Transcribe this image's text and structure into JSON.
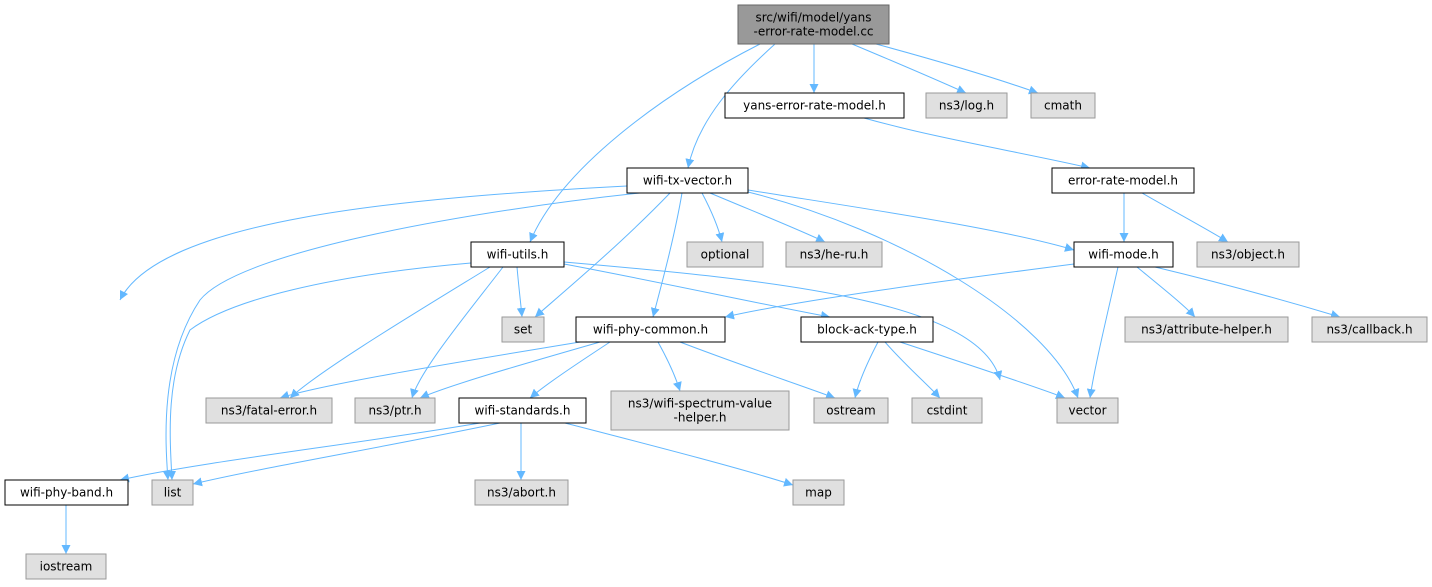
{
  "colors": {
    "root_fill": "#999999",
    "root_border": "#666666",
    "local_fill": "#ffffff",
    "local_border": "#000000",
    "system_fill": "#e0e0e0",
    "system_border": "#999999",
    "edge": "#63b8ff"
  },
  "nodes": [
    {
      "id": "root",
      "kind": "root",
      "lines": [
        "src/wifi/model/yans",
        "-error-rate-model.cc"
      ]
    },
    {
      "id": "yans_erm_h",
      "kind": "local",
      "lines": [
        "yans-error-rate-model.h"
      ]
    },
    {
      "id": "ns3_log",
      "kind": "system",
      "lines": [
        "ns3/log.h"
      ]
    },
    {
      "id": "cmath",
      "kind": "system",
      "lines": [
        "cmath"
      ]
    },
    {
      "id": "wifi_tx_vector",
      "kind": "local",
      "lines": [
        "wifi-tx-vector.h"
      ]
    },
    {
      "id": "error_rate_model",
      "kind": "local",
      "lines": [
        "error-rate-model.h"
      ]
    },
    {
      "id": "wifi_utils",
      "kind": "local",
      "lines": [
        "wifi-utils.h"
      ]
    },
    {
      "id": "optional",
      "kind": "system",
      "lines": [
        "optional"
      ]
    },
    {
      "id": "ns3_he_ru",
      "kind": "system",
      "lines": [
        "ns3/he-ru.h"
      ]
    },
    {
      "id": "wifi_mode",
      "kind": "local",
      "lines": [
        "wifi-mode.h"
      ]
    },
    {
      "id": "ns3_object",
      "kind": "system",
      "lines": [
        "ns3/object.h"
      ]
    },
    {
      "id": "set",
      "kind": "system",
      "lines": [
        "set"
      ]
    },
    {
      "id": "wifi_phy_common",
      "kind": "local",
      "lines": [
        "wifi-phy-common.h"
      ]
    },
    {
      "id": "block_ack_type",
      "kind": "local",
      "lines": [
        "block-ack-type.h"
      ]
    },
    {
      "id": "ns3_attribute_helper",
      "kind": "system",
      "lines": [
        "ns3/attribute-helper.h"
      ]
    },
    {
      "id": "ns3_callback",
      "kind": "system",
      "lines": [
        "ns3/callback.h"
      ]
    },
    {
      "id": "ns3_fatal_error",
      "kind": "system",
      "lines": [
        "ns3/fatal-error.h"
      ]
    },
    {
      "id": "ns3_ptr",
      "kind": "system",
      "lines": [
        "ns3/ptr.h"
      ]
    },
    {
      "id": "wifi_standards",
      "kind": "local",
      "lines": [
        "wifi-standards.h"
      ]
    },
    {
      "id": "ns3_wifi_spectrum",
      "kind": "system",
      "lines": [
        "ns3/wifi-spectrum-value",
        "-helper.h"
      ]
    },
    {
      "id": "ostream",
      "kind": "system",
      "lines": [
        "ostream"
      ]
    },
    {
      "id": "cstdint",
      "kind": "system",
      "lines": [
        "cstdint"
      ]
    },
    {
      "id": "vector",
      "kind": "system",
      "lines": [
        "vector"
      ]
    },
    {
      "id": "wifi_phy_band",
      "kind": "local",
      "lines": [
        "wifi-phy-band.h"
      ]
    },
    {
      "id": "list",
      "kind": "system",
      "lines": [
        "list"
      ]
    },
    {
      "id": "ns3_abort",
      "kind": "system",
      "lines": [
        "ns3/abort.h"
      ]
    },
    {
      "id": "map",
      "kind": "system",
      "lines": [
        "map"
      ]
    },
    {
      "id": "iostream",
      "kind": "system",
      "lines": [
        "iostream"
      ]
    }
  ],
  "edges": [
    {
      "from": "root",
      "to": "yans_erm_h"
    },
    {
      "from": "root",
      "to": "ns3_log"
    },
    {
      "from": "root",
      "to": "cmath"
    },
    {
      "from": "root",
      "to": "wifi_tx_vector"
    },
    {
      "from": "root",
      "to": "wifi_utils"
    },
    {
      "from": "yans_erm_h",
      "to": "error_rate_model"
    },
    {
      "from": "error_rate_model",
      "to": "wifi_mode"
    },
    {
      "from": "error_rate_model",
      "to": "ns3_object"
    },
    {
      "from": "wifi_tx_vector",
      "to": "optional"
    },
    {
      "from": "wifi_tx_vector",
      "to": "ns3_he_ru"
    },
    {
      "from": "wifi_tx_vector",
      "to": "wifi_mode"
    },
    {
      "from": "wifi_tx_vector",
      "to": "set"
    },
    {
      "from": "wifi_tx_vector",
      "to": "wifi_phy_common"
    },
    {
      "from": "wifi_tx_vector",
      "to": "vector"
    },
    {
      "from": "wifi_tx_vector",
      "to": "list"
    },
    {
      "from": "wifi_tx_vector",
      "to": "wifi_phy_band"
    },
    {
      "from": "wifi_utils",
      "to": "set"
    },
    {
      "from": "wifi_utils",
      "to": "block_ack_type"
    },
    {
      "from": "wifi_utils",
      "to": "ns3_fatal_error"
    },
    {
      "from": "wifi_utils",
      "to": "ns3_ptr"
    },
    {
      "from": "wifi_utils",
      "to": "list"
    },
    {
      "from": "wifi_utils",
      "to": "map"
    },
    {
      "from": "wifi_mode",
      "to": "wifi_phy_common"
    },
    {
      "from": "wifi_mode",
      "to": "ns3_attribute_helper"
    },
    {
      "from": "wifi_mode",
      "to": "ns3_callback"
    },
    {
      "from": "wifi_mode",
      "to": "vector"
    },
    {
      "from": "wifi_phy_common",
      "to": "ns3_fatal_error"
    },
    {
      "from": "wifi_phy_common",
      "to": "ns3_ptr"
    },
    {
      "from": "wifi_phy_common",
      "to": "wifi_standards"
    },
    {
      "from": "wifi_phy_common",
      "to": "ns3_wifi_spectrum"
    },
    {
      "from": "wifi_phy_common",
      "to": "ostream"
    },
    {
      "from": "block_ack_type",
      "to": "ostream"
    },
    {
      "from": "block_ack_type",
      "to": "cstdint"
    },
    {
      "from": "block_ack_type",
      "to": "vector"
    },
    {
      "from": "wifi_standards",
      "to": "wifi_phy_band"
    },
    {
      "from": "wifi_standards",
      "to": "list"
    },
    {
      "from": "wifi_standards",
      "to": "ns3_abort"
    },
    {
      "from": "wifi_standards",
      "to": "map"
    },
    {
      "from": "wifi_phy_band",
      "to": "iostream"
    }
  ]
}
